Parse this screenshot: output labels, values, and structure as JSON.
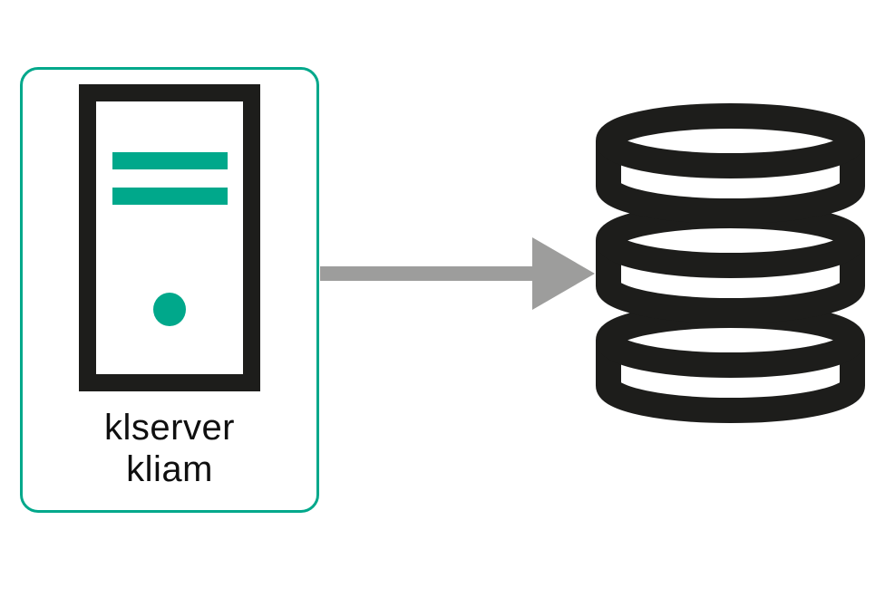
{
  "diagram": {
    "server_node": {
      "icon": "server-tower-icon",
      "label_line1": "klserver",
      "label_line2": "kliam"
    },
    "arrow": {
      "icon": "right-arrow",
      "direction": "left-to-right"
    },
    "database_node": {
      "icon": "database-icon",
      "disc_count": 3
    },
    "colors": {
      "teal": "#00a88b",
      "icon_black": "#1d1d1b",
      "arrow_gray": "#9d9d9c",
      "background": "#ffffff",
      "text_black": "#0f0f0f"
    }
  }
}
